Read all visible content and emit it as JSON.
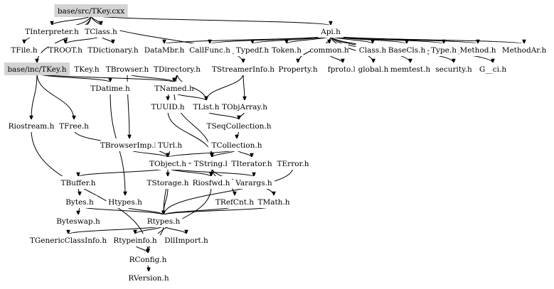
{
  "diagram": {
    "type": "include-dependency-graph",
    "highlight_color": "#d3d3d3",
    "nodes": [
      {
        "id": "src_tkey",
        "label": "base/src/TKey.cxx",
        "highlighted": true
      },
      {
        "id": "api",
        "label": "Api.h"
      },
      {
        "id": "tinterpreter",
        "label": "TInterpreter.h"
      },
      {
        "id": "tclass",
        "label": "TClass.h"
      },
      {
        "id": "tfile",
        "label": "TFile.h"
      },
      {
        "id": "troot",
        "label": "TROOT.h"
      },
      {
        "id": "tdictionary",
        "label": "TDictionary.h"
      },
      {
        "id": "datambr",
        "label": "DataMbr.h"
      },
      {
        "id": "callfunc",
        "label": "CallFunc.h"
      },
      {
        "id": "typedf",
        "label": "Typedf.h"
      },
      {
        "id": "token",
        "label": "Token.h"
      },
      {
        "id": "common",
        "label": "common.h"
      },
      {
        "id": "class",
        "label": "Class.h"
      },
      {
        "id": "basecls",
        "label": "BaseCls.h"
      },
      {
        "id": "type",
        "label": "Type.h"
      },
      {
        "id": "method",
        "label": "Method.h"
      },
      {
        "id": "methodar",
        "label": "MethodAr.h"
      },
      {
        "id": "inc_tkey",
        "label": "base/inc/TKey.h",
        "highlighted": true
      },
      {
        "id": "tkey",
        "label": "TKey.h"
      },
      {
        "id": "tbrowser",
        "label": "TBrowser.h"
      },
      {
        "id": "tdirectory",
        "label": "TDirectory.h"
      },
      {
        "id": "tstreamerinfo",
        "label": "TStreamerInfo.h"
      },
      {
        "id": "property",
        "label": "Property.h"
      },
      {
        "id": "fproto",
        "label": "fproto.h"
      },
      {
        "id": "global",
        "label": "global.h"
      },
      {
        "id": "memtest",
        "label": "memtest.h"
      },
      {
        "id": "security",
        "label": "security.h"
      },
      {
        "id": "gci",
        "label": "G__ci.h"
      },
      {
        "id": "tdatime",
        "label": "TDatime.h"
      },
      {
        "id": "tnamed",
        "label": "TNamed.h"
      },
      {
        "id": "tuuid",
        "label": "TUUID.h"
      },
      {
        "id": "tlist",
        "label": "TList.h"
      },
      {
        "id": "tobjarray",
        "label": "TObjArray.h"
      },
      {
        "id": "riostream",
        "label": "Riostream.h"
      },
      {
        "id": "tfree",
        "label": "TFree.h"
      },
      {
        "id": "tseqcollection",
        "label": "TSeqCollection.h"
      },
      {
        "id": "tbrowserimp",
        "label": "TBrowserImp.h"
      },
      {
        "id": "turl",
        "label": "TUrl.h"
      },
      {
        "id": "tcollection",
        "label": "TCollection.h"
      },
      {
        "id": "tobject",
        "label": "TObject.h"
      },
      {
        "id": "tstring",
        "label": "TString.h"
      },
      {
        "id": "titerator",
        "label": "TIterator.h"
      },
      {
        "id": "terror",
        "label": "TError.h"
      },
      {
        "id": "tbuffer",
        "label": "TBuffer.h"
      },
      {
        "id": "tstorage",
        "label": "TStorage.h"
      },
      {
        "id": "riosfwd",
        "label": "Riosfwd.h"
      },
      {
        "id": "varargs",
        "label": "Varargs.h"
      },
      {
        "id": "bytes",
        "label": "Bytes.h"
      },
      {
        "id": "htypes",
        "label": "Htypes.h"
      },
      {
        "id": "trefcnt",
        "label": "TRefCnt.h"
      },
      {
        "id": "tmath",
        "label": "TMath.h"
      },
      {
        "id": "byteswap",
        "label": "Byteswap.h"
      },
      {
        "id": "rtypes",
        "label": "Rtypes.h"
      },
      {
        "id": "tgenericclassinfo",
        "label": "TGenericClassInfo.h"
      },
      {
        "id": "rtypeinfo",
        "label": "Rtypeinfo.h"
      },
      {
        "id": "dllimport",
        "label": "DllImport.h"
      },
      {
        "id": "rconfig",
        "label": "RConfig.h"
      },
      {
        "id": "rversion",
        "label": "RVersion.h"
      }
    ],
    "edges": [
      [
        "src_tkey",
        "api"
      ],
      [
        "src_tkey",
        "tinterpreter"
      ],
      [
        "src_tkey",
        "tclass"
      ],
      [
        "src_tkey",
        "troot"
      ],
      [
        "src_tkey",
        "tfile"
      ],
      [
        "src_tkey",
        "inc_tkey"
      ],
      [
        "src_tkey",
        "tstreamerinfo"
      ],
      [
        "api",
        "datambr"
      ],
      [
        "api",
        "callfunc"
      ],
      [
        "api",
        "typedf"
      ],
      [
        "api",
        "token"
      ],
      [
        "api",
        "common"
      ],
      [
        "api",
        "class"
      ],
      [
        "api",
        "basecls"
      ],
      [
        "api",
        "type"
      ],
      [
        "api",
        "method"
      ],
      [
        "api",
        "methodar"
      ],
      [
        "api",
        "property"
      ],
      [
        "api",
        "global"
      ],
      [
        "api",
        "memtest"
      ],
      [
        "api",
        "security"
      ],
      [
        "api",
        "gci"
      ],
      [
        "common",
        "fproto"
      ],
      [
        "tclass",
        "troot"
      ],
      [
        "tclass",
        "tdictionary"
      ],
      [
        "inc_tkey",
        "tnamed"
      ],
      [
        "inc_tkey",
        "tdatime"
      ],
      [
        "inc_tkey",
        "riostream"
      ],
      [
        "inc_tkey",
        "tfree"
      ],
      [
        "tdirectory",
        "tnamed"
      ],
      [
        "tdirectory",
        "tuuid"
      ],
      [
        "tdirectory",
        "tlist"
      ],
      [
        "tbrowser",
        "tnamed"
      ],
      [
        "tbrowser",
        "tbrowserimp"
      ],
      [
        "tstreamerinfo",
        "tobjarray"
      ],
      [
        "tstreamerinfo",
        "tlist"
      ],
      [
        "tnamed",
        "tlist"
      ],
      [
        "tnamed",
        "tstring"
      ],
      [
        "tlist",
        "tseqcollection"
      ],
      [
        "tobjarray",
        "tseqcollection"
      ],
      [
        "tseqcollection",
        "tcollection"
      ],
      [
        "tcollection",
        "tobject"
      ],
      [
        "tcollection",
        "tstring"
      ],
      [
        "tcollection",
        "titerator"
      ],
      [
        "tbrowserimp",
        "tobject"
      ],
      [
        "turl",
        "tobject"
      ],
      [
        "tfree",
        "tobject"
      ],
      [
        "tuuid",
        "tstring"
      ],
      [
        "tobject",
        "tbuffer"
      ],
      [
        "tobject",
        "tstorage"
      ],
      [
        "tobject",
        "riosfwd"
      ],
      [
        "tobject",
        "varargs"
      ],
      [
        "tobject",
        "terror"
      ],
      [
        "tobject",
        "rtypes"
      ],
      [
        "tstring",
        "tmath"
      ],
      [
        "tstring",
        "trefcnt"
      ],
      [
        "tstring",
        "riosfwd"
      ],
      [
        "tbuffer",
        "bytes"
      ],
      [
        "bytes",
        "byteswap"
      ],
      [
        "bytes",
        "rtypes"
      ],
      [
        "tdatime",
        "htypes"
      ],
      [
        "htypes",
        "rtypes"
      ],
      [
        "tstorage",
        "rtypes"
      ],
      [
        "trefcnt",
        "rtypes"
      ],
      [
        "tmath",
        "rtypes"
      ],
      [
        "terror",
        "rtypes"
      ],
      [
        "rtypes",
        "tgenericclassinfo"
      ],
      [
        "rtypes",
        "rtypeinfo"
      ],
      [
        "rtypes",
        "dllimport"
      ],
      [
        "rtypes",
        "rconfig"
      ],
      [
        "rtypeinfo",
        "rconfig"
      ],
      [
        "riostream",
        "rconfig"
      ],
      [
        "riosfwd",
        "rconfig"
      ],
      [
        "rconfig",
        "rversion"
      ]
    ]
  }
}
